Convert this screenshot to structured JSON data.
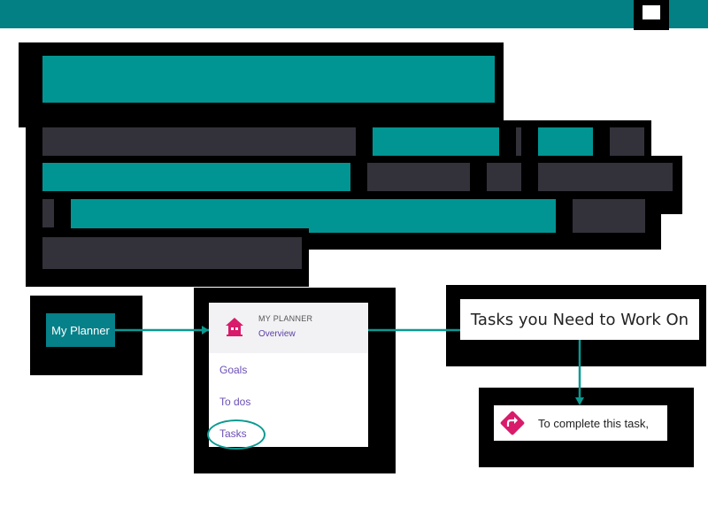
{
  "colors": {
    "teal_header": "#028083",
    "teal_block": "#009593",
    "dark_block": "#33323b",
    "connector": "#0a9a91",
    "link_purple": "#6b4fb5",
    "icon_pink": "#d81b6a"
  },
  "planner_button": {
    "label": "My Planner",
    "icon": "none"
  },
  "panel": {
    "icon": "house-icon",
    "title": "MY PLANNER",
    "subtitle": "Overview",
    "links": [
      "Goals",
      "To dos",
      "Tasks"
    ]
  },
  "tasks_need": {
    "label": "Tasks you Need to Work On"
  },
  "complete_task": {
    "icon": "redirect-arrow-icon",
    "label": "To complete this task,"
  }
}
